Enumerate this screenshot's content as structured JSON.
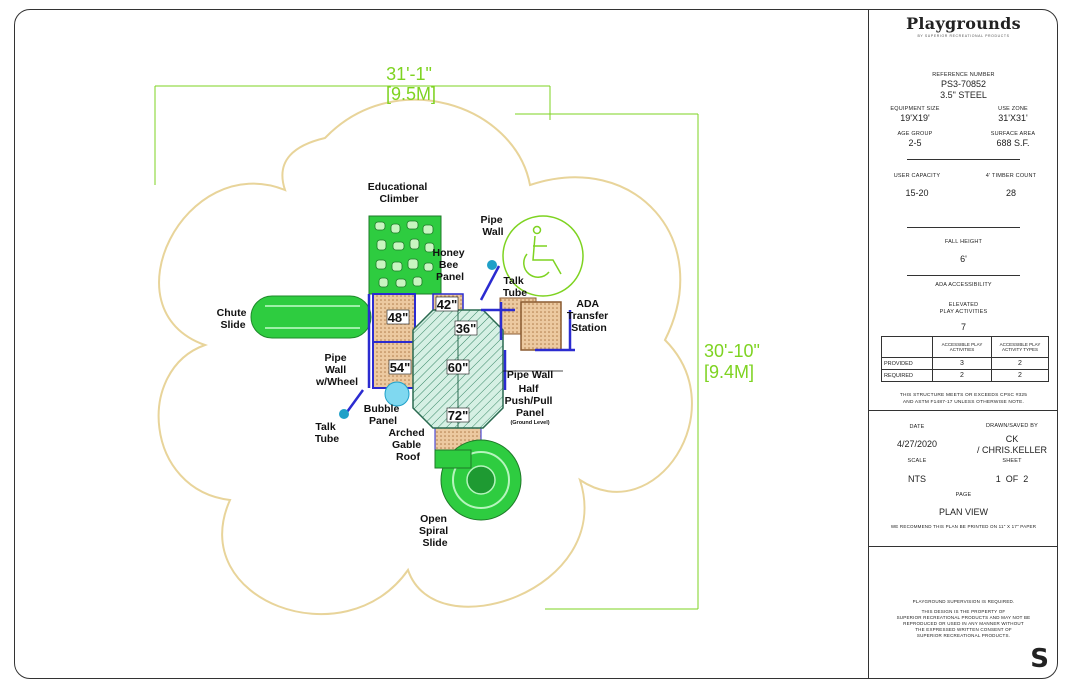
{
  "dimensions": {
    "width_ft": "31'-1\"",
    "width_m": "[9.5M]",
    "depth_ft": "30'-10\"",
    "depth_m": "[9.4M]"
  },
  "plan_labels": {
    "educational_climber": [
      "Educational",
      "Climber"
    ],
    "pipe_wall_top": [
      "Pipe",
      "Wall"
    ],
    "honey_bee_panel": [
      "Honey",
      "Bee",
      "Panel"
    ],
    "talk_tube_right": [
      "Talk",
      "Tube"
    ],
    "ada_transfer_station": [
      "ADA",
      "Transfer",
      "Station"
    ],
    "chute_slide": [
      "Chute",
      "Slide"
    ],
    "pipe_wall_wheel": [
      "Pipe",
      "Wall",
      "w/Wheel"
    ],
    "talk_tube_left": [
      "Talk",
      "Tube"
    ],
    "bubble_panel": [
      "Bubble",
      "Panel"
    ],
    "arched_gable_roof": [
      "Arched",
      "Gable",
      "Roof"
    ],
    "pipe_wall_right": "Pipe Wall",
    "half_push_pull": [
      "Half",
      "Push/Pull",
      "Panel"
    ],
    "ground_level": "(Ground Level)",
    "open_spiral_slide": [
      "Open",
      "Spiral",
      "Slide"
    ]
  },
  "deck_heights": {
    "d48": "48\"",
    "d42": "42\"",
    "d36": "36\"",
    "d54": "54\"",
    "d60": "60\"",
    "d72": "72\""
  },
  "title_block": {
    "brand": "Playgrounds",
    "brand_sub": "BY SUPERIOR RECREATIONAL PRODUCTS",
    "reference_label": "REFERENCE NUMBER",
    "reference_number": "PS3-70852",
    "material": "3.5\" STEEL",
    "equipment_size_label": "EQUIPMENT SIZE",
    "equipment_size": "19'X19'",
    "use_zone_label": "USE ZONE",
    "use_zone": "31'X31'",
    "age_group_label": "AGE GROUP",
    "age_group": "2-5",
    "surface_area_label": "SURFACE AREA",
    "surface_area": "688 S.F.",
    "user_capacity_label": "USER CAPACITY",
    "user_capacity": "15-20",
    "timber_count_label": "4' TIMBER COUNT",
    "timber_count": "28",
    "fall_height_label": "FALL HEIGHT",
    "fall_height": "6'",
    "ada_label": "ADA ACCESSIBILITY",
    "elevated_label_1": "ELEVATED",
    "elevated_label_2": "PLAY ACTIVITIES",
    "elevated_value": "7",
    "table_head_1": "ACCESSIBLE PLAY ACTIVITIES",
    "table_head_2": "ACCESSIBLE PLAY ACTIVITY TYPES",
    "provided_label": "PROVIDED",
    "provided_1": "3",
    "provided_2": "2",
    "required_label": "REQUIRED",
    "required_1": "2",
    "required_2": "2",
    "astm_note_1": "THIS STRUCTURE MEETS OR EXCEEDS CPSC #325",
    "astm_note_2": "AND ASTM F1487-17 UNLESS OTHERWISE NOTE.",
    "date_label": "DATE",
    "date": "4/27/2020",
    "drawn_label": "DRAWN/SAVED BY",
    "drawn_1": "CK",
    "drawn_2": "/ CHRIS.KELLER",
    "scale_label": "SCALE",
    "scale": "NTS",
    "sheet_label": "SHEET",
    "sheet": "1  OF  2",
    "page_label": "PAGE",
    "page": "PLAN VIEW",
    "recommend": "WE RECOMMEND THIS PLAN BE PRINTED ON 11\" x 17\" PAPER",
    "supervision": "PLAYGROUND SUPERVISION IS REQUIRED.",
    "property_1": "THIS DESIGN IS THE PROPERTY OF",
    "property_2": "SUPERIOR RECREATIONAL PRODUCTS AND MAY NOT BE",
    "property_3": "REPRODUCED OR USED IN ANY MANNER WITHOUT",
    "property_4": "THE EXPRESSED WRITTEN CONSENT OF",
    "property_5": "SUPERIOR RECREATIONAL PRODUCTS.",
    "logo_letter": "S"
  },
  "colors": {
    "dimension_green": "#7ed321",
    "use_zone": "#e8d49a",
    "slide_green": "#2ecc40",
    "deck_tan": "#e8c9a0",
    "steel_purple": "#2b2bd0",
    "talk_tube_blue": "#1fa0c8"
  }
}
